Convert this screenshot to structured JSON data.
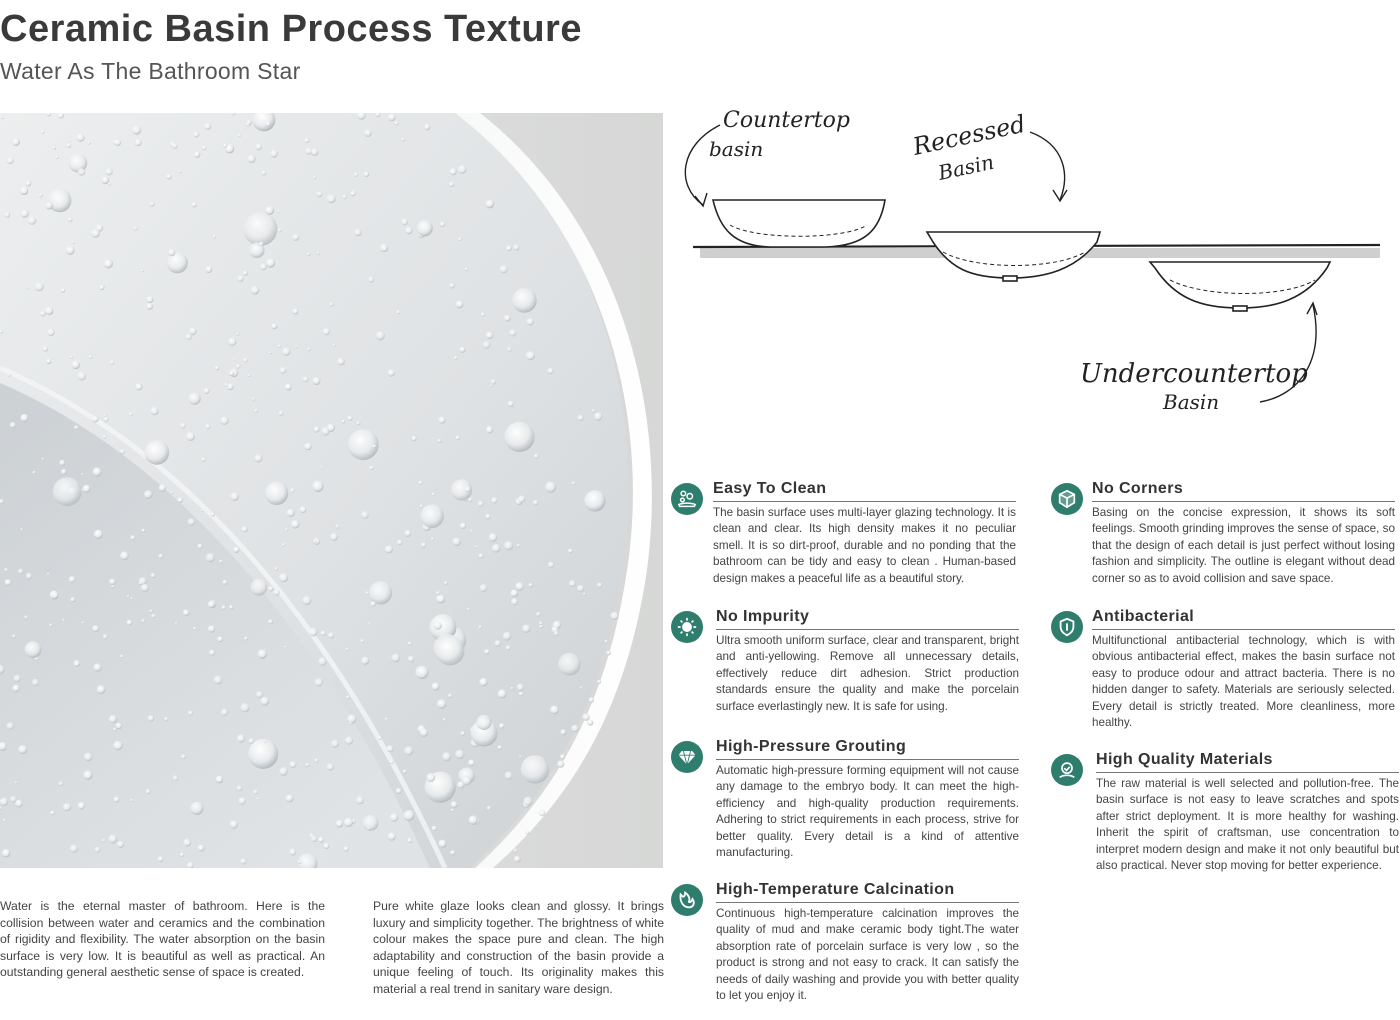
{
  "header": {
    "title": "Ceramic Basin Process Texture",
    "subtitle": "Water As The Bathroom Star"
  },
  "sketch": {
    "label_countertop": [
      "Countertop",
      "basin"
    ],
    "label_recessed": [
      "Recessed",
      "Basin"
    ],
    "label_undercounter": [
      "Undercountertop",
      "Basin"
    ]
  },
  "captions": [
    "Water is the eternal master of bathroom. Here is the collision between water and ceramics and the combination of rigidity and flexibility. The water absorption on the basin surface is very low. It is beautiful as well as practical. An outstanding general aesthetic sense of space is created.",
    "Pure white glaze looks clean and glossy. It brings luxury and simplicity together. The brightness of white colour makes the space pure and clean. The high adaptability and construction of the basin provide a unique feeling of touch. Its originality makes this material a real trend in sanitary ware design."
  ],
  "features": [
    {
      "title": "Easy To Clean",
      "icon": "bubbles-icon",
      "text": "The basin surface uses multi-layer glazing technology. It is clean and clear. Its high density makes it no peculiar smell. It is so dirt-proof, durable and no ponding that the bathroom can be tidy and easy to clean . Human-based design makes a peaceful life as a beautiful story."
    },
    {
      "title": "No Impurity",
      "icon": "sun-icon",
      "text": "Ultra smooth uniform surface, clear and transparent, bright and anti-yellowing. Remove all unnecessary details, effectively reduce dirt adhesion. Strict production standards ensure the quality and make the porcelain surface everlastingly new. It is safe for using."
    },
    {
      "title": "High-Pressure Grouting",
      "icon": "diamond-icon",
      "text": "Automatic high-pressure forming equipment will not cause any damage to the embryo body. It can meet the high-efficiency and high-quality production requirements. Adhering to strict requirements in each process, strive for better quality. Every detail is a kind of attentive manufacturing."
    },
    {
      "title": "High-Temperature Calcination",
      "icon": "flame-icon",
      "text": "Continuous high-temperature calcination improves the quality of mud and make ceramic body tight.The water absorption rate of porcelain surface is very low , so the product is strong and not easy to crack. It can satisfy the needs of daily washing and provide you with better quality to let you enjoy it."
    },
    {
      "title": "No Corners",
      "icon": "cube-icon",
      "text": "Basing on the concise expression, it shows its soft feelings. Smooth grinding improves the sense of space, so that the design of each detail is just  perfect without losing fashion and simplicity. The outline is elegant without dead corner so as to avoid collision and save space."
    },
    {
      "title": "Antibacterial",
      "icon": "shield-icon",
      "text": "Multifunctional antibacterial technology, which is with obvious antibacterial effect, makes the basin surface not easy to produce odour and attract bacteria. There is no hidden danger to safety. Materials are seriously selected. Every detail is strictly treated. More cleanliness, more healthy."
    },
    {
      "title": "High Quality Materials",
      "icon": "badge-icon",
      "text": "The raw material is well selected and pollution-free. The basin surface is not easy to leave scratches and spots after strict deployment. It is more healthy for washing. Inherit the spirit of craftsman, use concentration to interpret modern design and make it not only beautiful but also practical. Never stop moving for better experience."
    }
  ],
  "colors": {
    "accent": "#2f7d6d",
    "title": "#3a3a3a"
  }
}
